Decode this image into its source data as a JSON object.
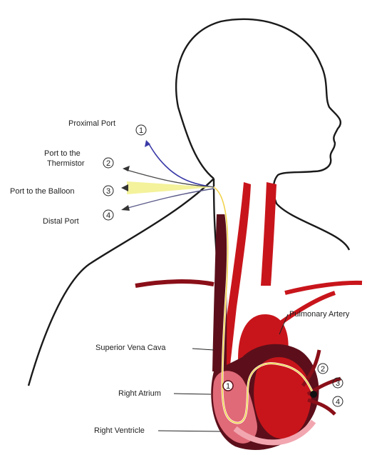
{
  "diagram": {
    "labels": {
      "proximal_port": "Proximal Port",
      "thermistor_port_line1": "Port to the",
      "thermistor_port_line2": "Thermistor",
      "balloon_port": "Port to the Balloon",
      "distal_port": "Distal Port",
      "pulmonary_artery": "Pulmonary Artery",
      "superior_vena_cava": "Superior Vena Cava",
      "right_atrium": "Right Atrium",
      "right_ventricle": "Right Ventricle"
    },
    "port_numbers": [
      "1",
      "2",
      "3",
      "4"
    ],
    "tip_numbers": [
      "2",
      "3",
      "4"
    ],
    "chamber_marker": "1"
  }
}
